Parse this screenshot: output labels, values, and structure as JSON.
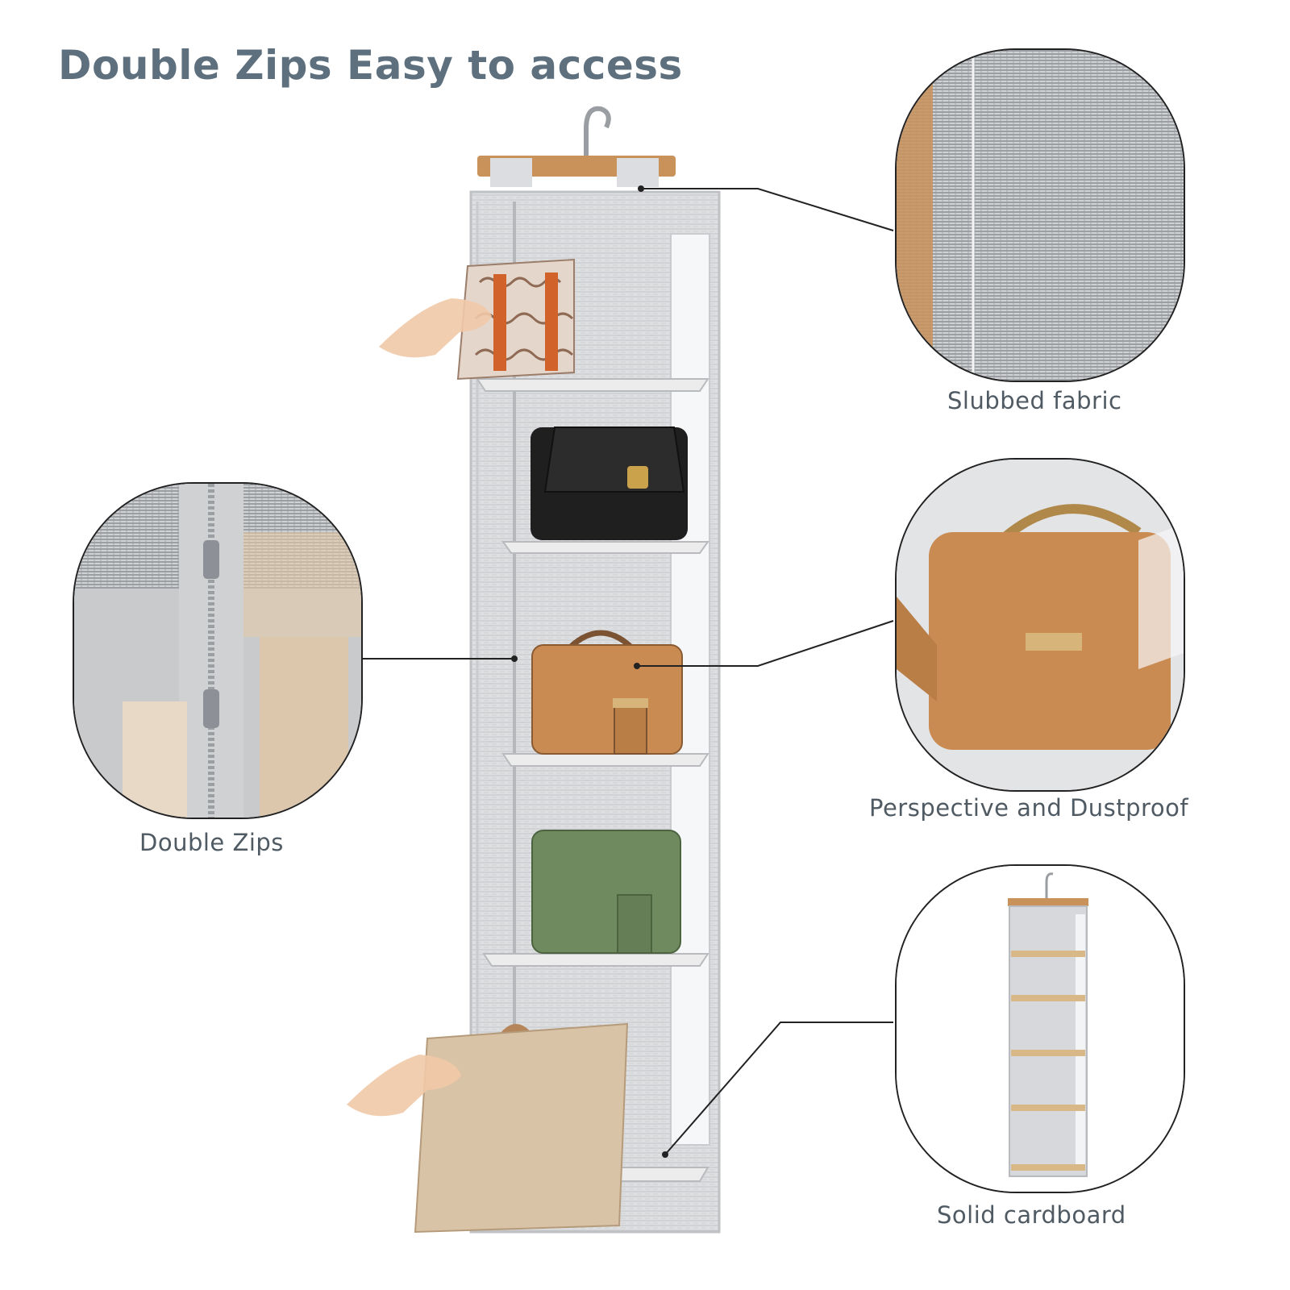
{
  "headline": "Double Zips Easy to access",
  "callouts": {
    "slubbed": "Slubbed fabric",
    "perspective": "Perspective and Dustproof",
    "zips": "Double Zips",
    "cardboard": "Solid cardboard"
  },
  "colors": {
    "headline": "#5e6f7d",
    "caption": "#4f5a63",
    "fabric": "#d8d9db",
    "wood": "#c9925a",
    "bag_tan": "#c98b52",
    "bag_black": "#1e1e1e",
    "bag_green": "#6f8a5f",
    "bag_beige": "#d9c3a6",
    "bag_print": "#e3d3c6"
  }
}
